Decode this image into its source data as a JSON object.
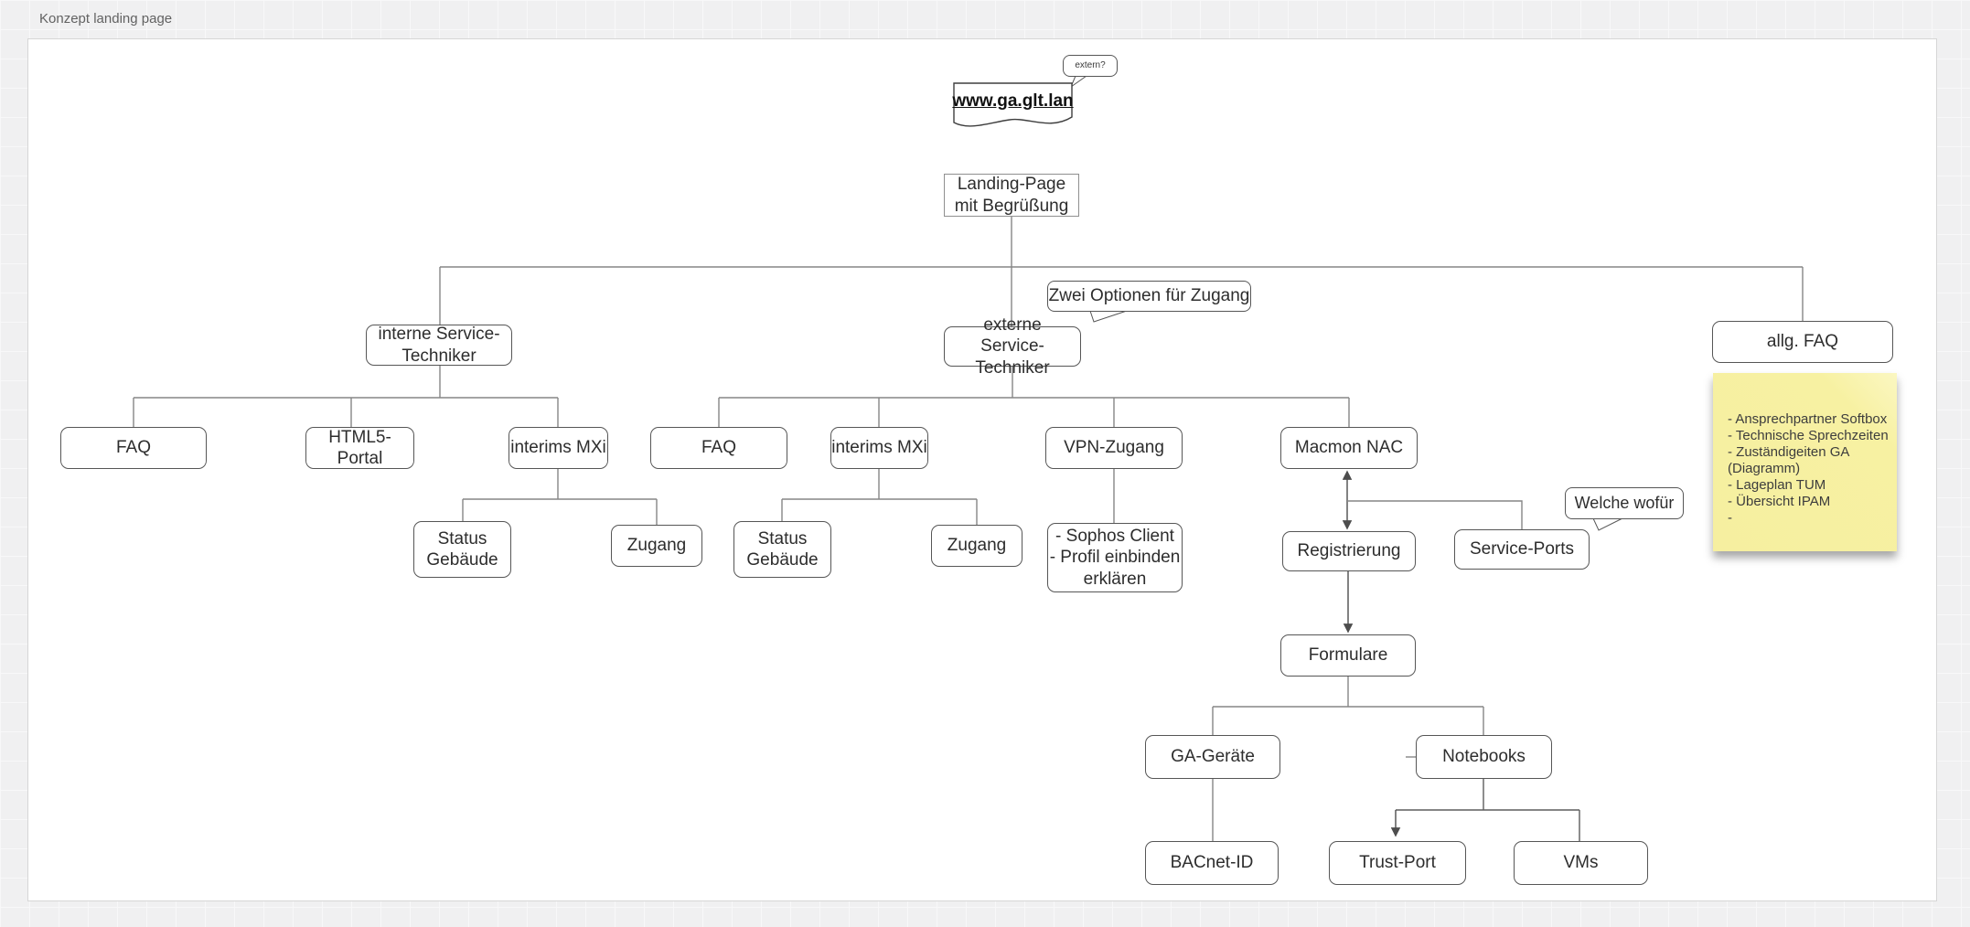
{
  "app": {
    "title": "Konzept landing page"
  },
  "colors": {
    "canvas_bg": "#f0f0f1",
    "page_bg": "#ffffff",
    "sticky_bg": "#f7f1a2",
    "node_border": "#565656",
    "connector": "#868686",
    "arrow": "#4d4d4d",
    "text": "#2d2d2d"
  },
  "nodes": {
    "extern_bubble": {
      "label": "extern?"
    },
    "www": {
      "label": "www.ga.glt.lan"
    },
    "landing": {
      "label": "Landing-Page mit Begrüßung"
    },
    "zwei_optionen": {
      "label": "Zwei Optionen für Zugang"
    },
    "interne": {
      "label": "interne Service-Techniker"
    },
    "externe": {
      "label": "externe Service-Techniker"
    },
    "allg_faq": {
      "label": "allg. FAQ"
    },
    "faq_intern": {
      "label": "FAQ"
    },
    "html5_portal": {
      "label": "HTML5-Portal"
    },
    "interims_mxi_intern": {
      "label": "interims MXi"
    },
    "status_gebaeude_intern": {
      "label": "Status Gebäude"
    },
    "zugang_intern": {
      "label": "Zugang"
    },
    "faq_extern": {
      "label": "FAQ"
    },
    "interims_mxi_extern": {
      "label": "interims MXi"
    },
    "status_gebaeude_extern": {
      "label": "Status Gebäude"
    },
    "zugang_extern": {
      "label": "Zugang"
    },
    "vpn": {
      "label": "VPN-Zugang"
    },
    "sophos": {
      "lines": [
        "- Sophos Client",
        "- Profil einbinden",
        "erklären"
      ]
    },
    "macmon": {
      "label": "Macmon NAC"
    },
    "registrierung": {
      "label": "Registrierung"
    },
    "service_ports": {
      "label": "Service-Ports"
    },
    "welche_wofuer": {
      "label": "Welche wofür"
    },
    "formulare": {
      "label": "Formulare"
    },
    "ga_geraete": {
      "label": "GA-Geräte"
    },
    "notebooks": {
      "label": "Notebooks"
    },
    "bacnet_id": {
      "label": "BACnet-ID"
    },
    "trust_port": {
      "label": "Trust-Port"
    },
    "vms": {
      "label": "VMs"
    }
  },
  "sticky_note": {
    "lines": [
      "- Ansprechpartner Softbox",
      "- Technische Sprechzeiten",
      "- Zuständigeiten GA",
      "(Diagramm)",
      "- Lageplan TUM",
      "- Übersicht IPAM",
      "-"
    ]
  }
}
